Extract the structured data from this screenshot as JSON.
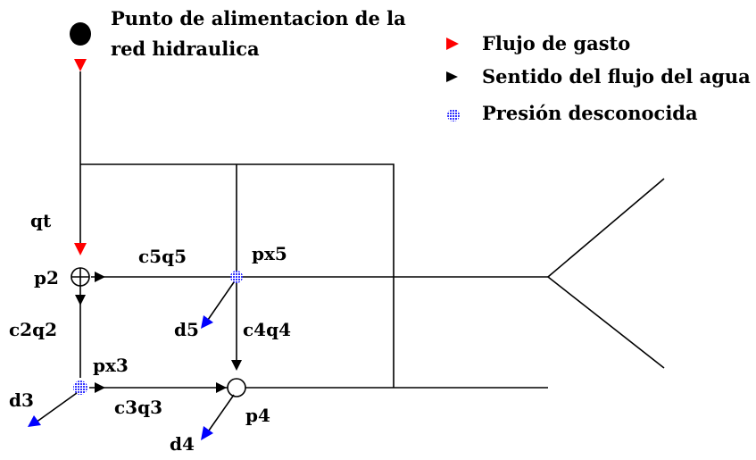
{
  "title_lines": [
    "Punto de alimentacion de la",
    "red hidraulica"
  ],
  "legend": [
    {
      "label": "Flujo de gasto",
      "icon": "red-triangle-icon",
      "color": "#ff0000"
    },
    {
      "label": "Sentido del flujo del agua",
      "icon": "black-triangle-icon",
      "color": "#000000"
    },
    {
      "label": "Presión desconocida",
      "icon": "hatched-circle-icon",
      "color": "#3333ff"
    }
  ],
  "labels": {
    "qt": "qt",
    "p2": "p2",
    "c5q5": "c5q5",
    "px5": "px5",
    "c2q2": "c2q2",
    "d5": "d5",
    "c4q4": "c4q4",
    "px3": "px3",
    "d3": "d3",
    "c3q3": "c3q3",
    "p4": "p4",
    "d4": "d4"
  },
  "colors": {
    "flow_rate": "#ff0000",
    "flow_direction": "#000000",
    "demand_arrow": "#0000ff",
    "unknown_pressure": "#3333ff",
    "supply_point": "#000000"
  }
}
